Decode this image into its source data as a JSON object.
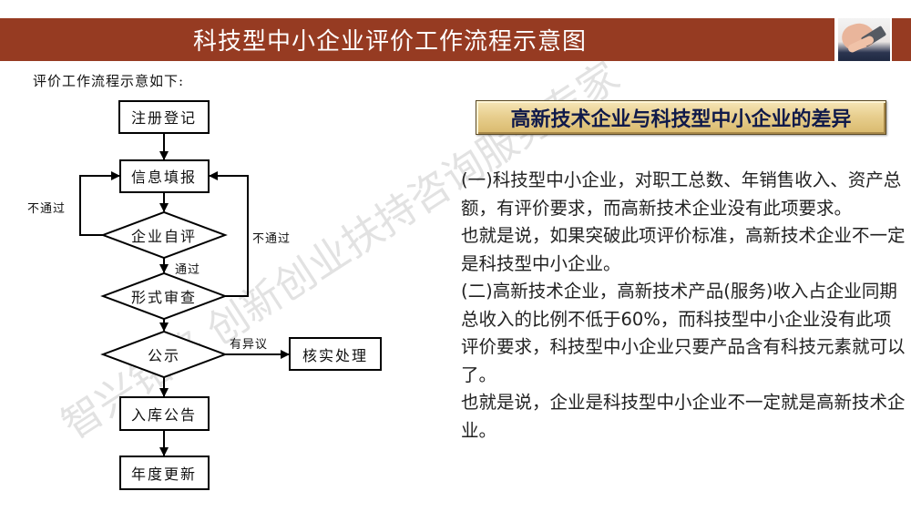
{
  "header": {
    "title": "科技型中小企业评价工作流程示意图",
    "bar_color": "#963b22",
    "photo": "hand-holding-phone-photo"
  },
  "flowchart": {
    "intro": "评价工作流程示意如下:",
    "nodes": {
      "register": "注册登记",
      "info_fill": "信息填报",
      "self_eval": "企业自评",
      "formal_review": "形式审查",
      "publicity": "公示",
      "verify": "核实处理",
      "announce": "入库公告",
      "annual_update": "年度更新"
    },
    "edges": {
      "self_eval_fail": "不通过",
      "self_eval_pass": "通过",
      "review_fail": "不通过",
      "objection": "有异议"
    }
  },
  "comparison": {
    "heading": "高新技术企业与科技型中小企业的差异",
    "heading_color": "#101a4a",
    "paragraphs": [
      " (一)科技型中小企业，对职工总数、年销售收入、资产总额，有评价要求，而高新技术企业没有此项要求。",
      "也就是说，如果突破此项评价标准，高新技术企业不一定是科技型中小企业。",
      "(二)高新技术企业，高新技术产品(服务)收入占企业同期总收入的比例不低于60%，而科技型中小企业没有此项评价要求，科技型中小企业只要产品含有科技元素就可以了。",
      "也就是说，企业是科技型中小企业不一定就是高新技术企业。"
    ]
  },
  "watermark": {
    "text": "智兴铭略 创新创业扶持咨询服务专家"
  }
}
